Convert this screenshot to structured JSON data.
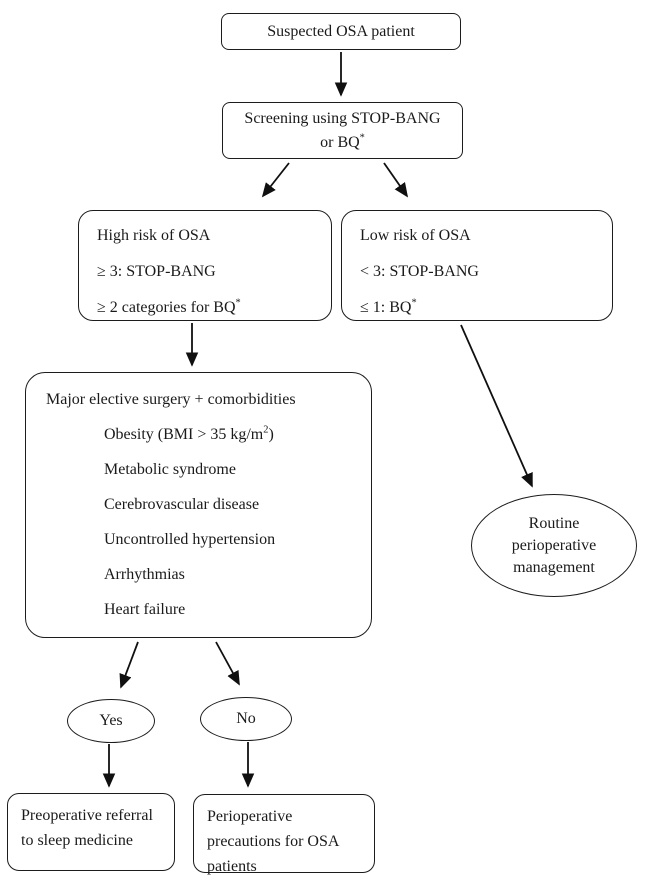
{
  "diagram_title": "OSA perioperative screening flowchart",
  "colors": {
    "background": "#ffffff",
    "line": "#101010",
    "text": "#1a1a1a"
  },
  "nodes": {
    "suspected": {
      "label": "Suspected OSA patient"
    },
    "screening": {
      "line1": "Screening using STOP-BANG",
      "line2_text": "or BQ",
      "sup": "*"
    },
    "high_risk": {
      "line1": "High risk of OSA",
      "line2": "≥ 3: STOP-BANG",
      "line3_text": "≥ 2 categories for BQ",
      "sup": "*"
    },
    "low_risk": {
      "line1": "Low risk of OSA",
      "line2": "< 3: STOP-BANG",
      "line3_text": "≤ 1: BQ",
      "sup": "*"
    },
    "major": {
      "title": "Major elective surgery + comorbidities",
      "obesity_pre": "Obesity (BMI > 35 kg/m",
      "obesity_sup": "2",
      "obesity_post": ")",
      "items": [
        "Metabolic syndrome",
        "Cerebrovascular disease",
        "Uncontrolled hypertension",
        "Arrhythmias",
        "Heart failure"
      ]
    },
    "routine": {
      "label": "Routine perioperative management"
    },
    "yes": {
      "label": "Yes"
    },
    "no": {
      "label": "No"
    },
    "preop_referral": {
      "label": "Preoperative referral to sleep medicine"
    },
    "periop_precautions": {
      "label": "Perioperative precautions for OSA patients"
    }
  },
  "edges": [
    "suspected -> screening",
    "screening -> high_risk",
    "screening -> low_risk",
    "high_risk -> major",
    "low_risk -> routine",
    "major -> yes",
    "major -> no",
    "yes -> preop_referral",
    "no -> periop_precautions"
  ]
}
